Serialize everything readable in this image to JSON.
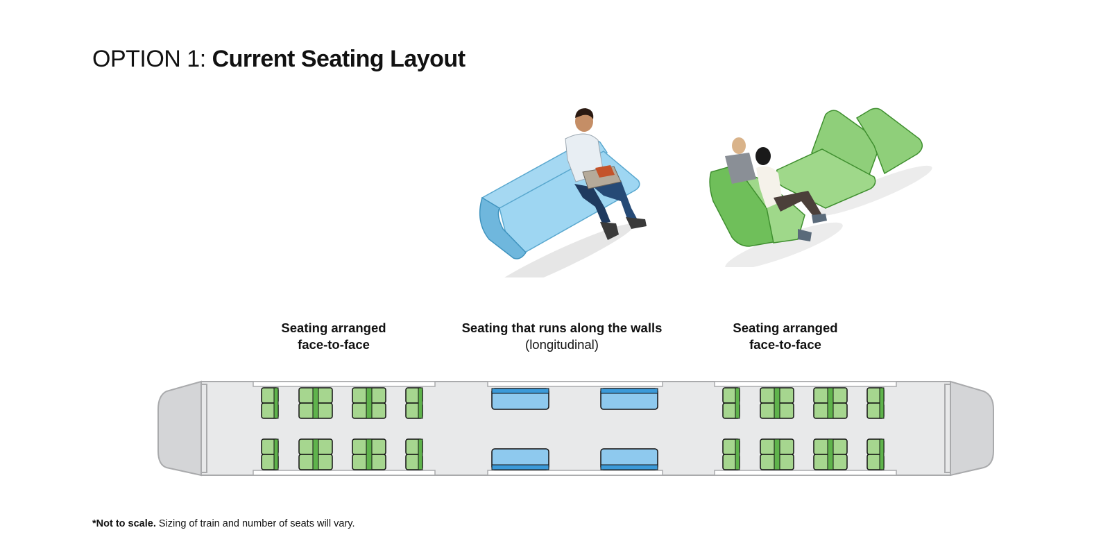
{
  "title": {
    "prefix": "OPTION 1:",
    "main": "Current Seating Layout"
  },
  "labels": {
    "left": {
      "line1": "Seating arranged",
      "line2": "face-to-face"
    },
    "middle": {
      "line1": "Seating that runs along the walls",
      "line2": "(longitudinal)"
    },
    "right": {
      "line1": "Seating arranged",
      "line2": "face-to-face"
    }
  },
  "footnote": {
    "bold": "*Not to scale.",
    "text": "Sizing of train and number of seats will vary."
  },
  "colors": {
    "green_seat": "#a6d68f",
    "green_dark": "#5fb34c",
    "blue_seat": "#8ec9ee",
    "blue_strip": "#3b9ad9",
    "train_body": "#e8e9ea",
    "train_outline": "#a9aaac",
    "train_end": "#d4d5d7"
  },
  "icons": {
    "bench": "longitudinal-bench-illustration",
    "pair": "face-to-face-seats-illustration"
  }
}
